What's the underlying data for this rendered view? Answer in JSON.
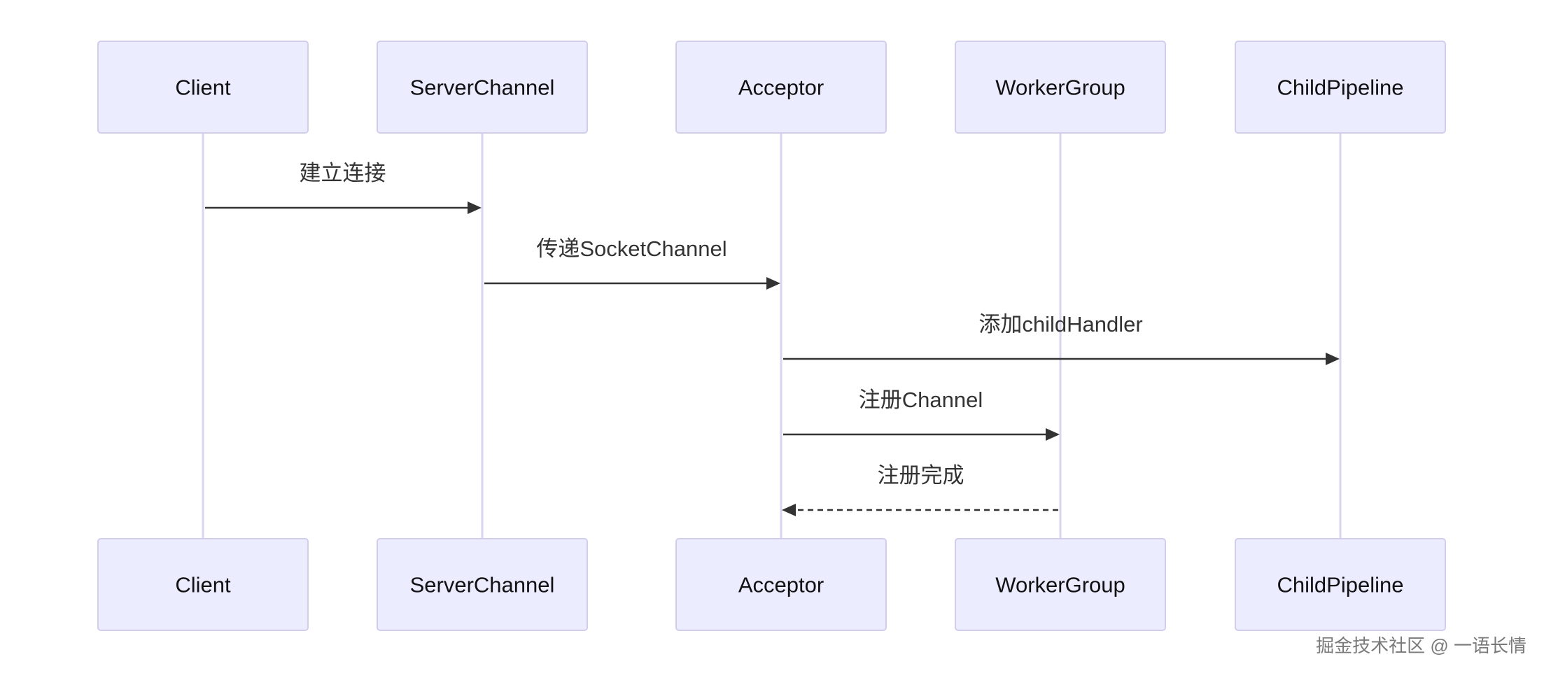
{
  "diagram": {
    "type": "sequence",
    "participants": [
      {
        "id": "client",
        "label": "Client"
      },
      {
        "id": "serverchannel",
        "label": "ServerChannel"
      },
      {
        "id": "acceptor",
        "label": "Acceptor"
      },
      {
        "id": "workergroup",
        "label": "WorkerGroup"
      },
      {
        "id": "childpipeline",
        "label": "ChildPipeline"
      }
    ],
    "messages": [
      {
        "from": "client",
        "to": "serverchannel",
        "label": "建立连接",
        "style": "solid"
      },
      {
        "from": "serverchannel",
        "to": "acceptor",
        "label": "传递SocketChannel",
        "style": "solid"
      },
      {
        "from": "acceptor",
        "to": "childpipeline",
        "label": "添加childHandler",
        "style": "solid"
      },
      {
        "from": "acceptor",
        "to": "workergroup",
        "label": "注册Channel",
        "style": "solid"
      },
      {
        "from": "workergroup",
        "to": "acceptor",
        "label": "注册完成",
        "style": "dashed"
      }
    ],
    "colors": {
      "actor_fill": "#ECECFF",
      "actor_border": "#D3CCF2",
      "lifeline": "#DAD4F4",
      "arrow": "#333333"
    }
  },
  "watermark": {
    "text": "掘金技术社区 @ 一语长情"
  }
}
